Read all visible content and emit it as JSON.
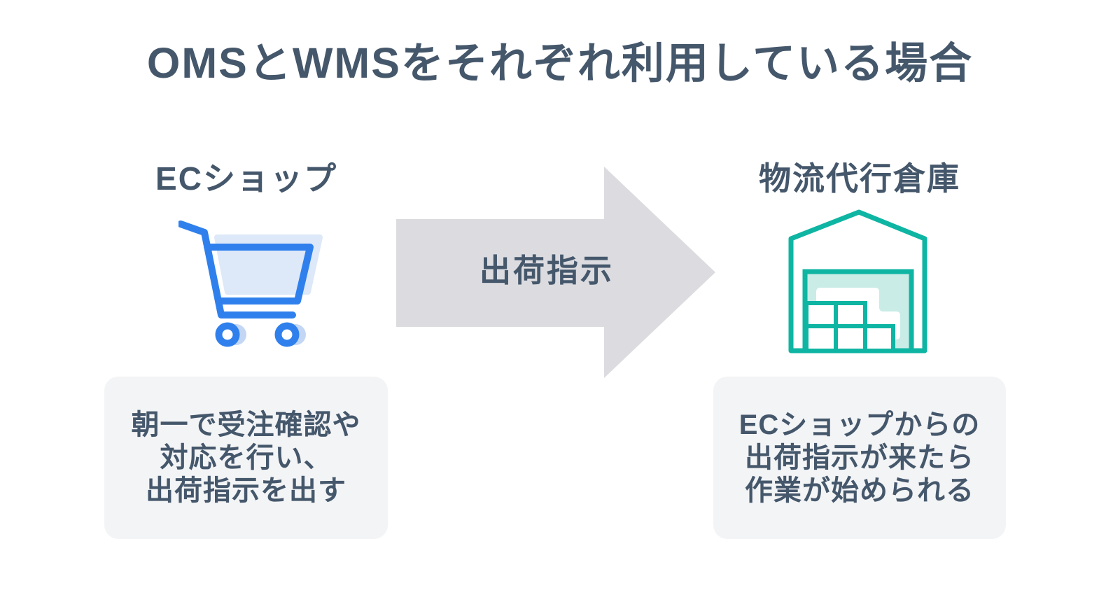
{
  "title": "OMSとWMSをそれぞれ利用している場合",
  "colors": {
    "text": "#45576b",
    "arrow_gray": "#dcdce0",
    "box_bg": "#f3f4f6",
    "cart_blue": "#2f80ed",
    "cart_light_blue": "#dde8f8",
    "cart_shadow_blue": "#c3d7f5",
    "warehouse_teal": "#0fb5a3",
    "warehouse_light_teal": "#c9ece7"
  },
  "left": {
    "label": "ECショップ",
    "icon": "shopping-cart-icon",
    "note_lines": [
      "朝一で受注確認や",
      "対応を行い、",
      "出荷指示を出す"
    ]
  },
  "flow": {
    "arrow_label": "出荷指示",
    "direction": "right"
  },
  "right": {
    "label": "物流代行倉庫",
    "icon": "warehouse-icon",
    "note_lines": [
      "ECショップからの",
      "出荷指示が来たら",
      "作業が始められる"
    ]
  }
}
